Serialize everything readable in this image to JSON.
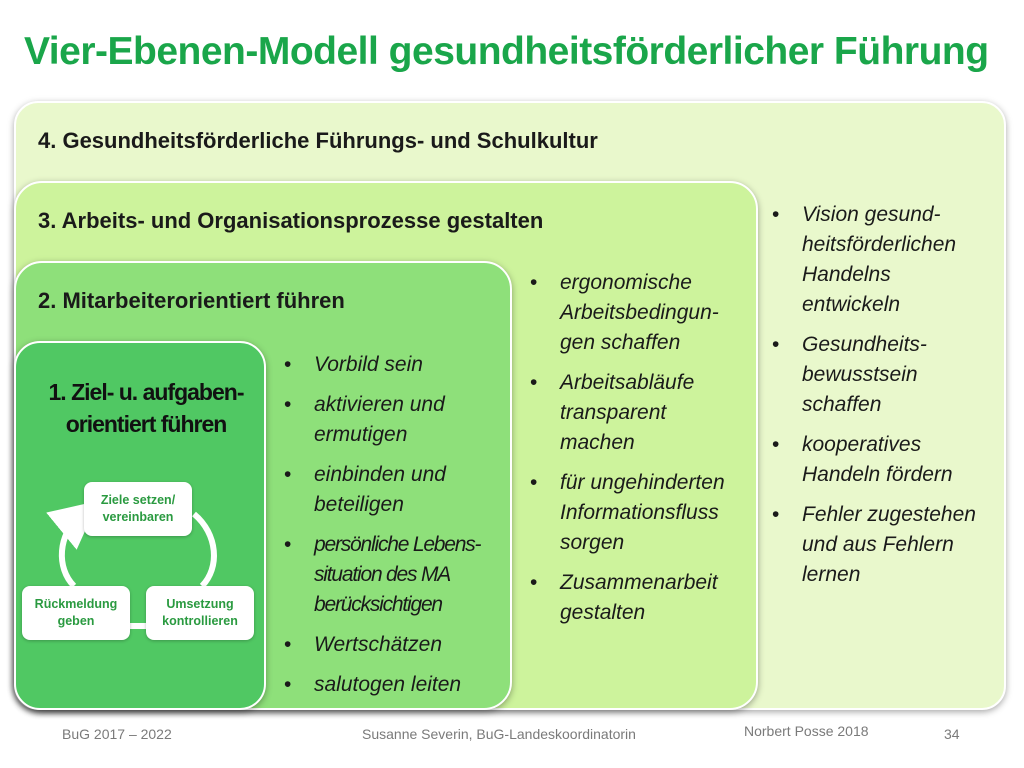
{
  "title": "Vier-Ebenen-Modell gesundheitsförderlicher Führung",
  "levels": {
    "level4": {
      "label": "4. Gesundheitsförderliche Führungs- und Schulkultur",
      "bullets": [
        "Vision gesund-heitsförderlichen Handelns entwickeln",
        "Gesundheits-bewusstsein schaffen",
        "kooperatives Handeln fördern",
        "Fehler zugestehen und aus Fehlern lernen"
      ],
      "lines": [
        [
          "Vision gesund-",
          "heitsförderlichen",
          "Handelns",
          "entwickeln"
        ],
        [
          "Gesundheits-",
          "bewusstsein",
          "schaffen"
        ],
        [
          "kooperatives",
          "Handeln fördern"
        ],
        [
          "Fehler zugestehen",
          "und aus Fehlern",
          "lernen"
        ]
      ]
    },
    "level3": {
      "label": "3. Arbeits- und Organisationsprozesse gestalten",
      "lines": [
        [
          "ergonomische",
          "Arbeitsbedingun-",
          "gen schaffen"
        ],
        [
          "Arbeitsabläufe",
          "transparent",
          "machen"
        ],
        [
          "für ungehinderten",
          "Informationsfluss",
          "sorgen"
        ],
        [
          "Zusammenarbeit",
          "gestalten"
        ]
      ]
    },
    "level2": {
      "label": "2. Mitarbeiterorientiert führen",
      "lines": [
        [
          "Vorbild sein"
        ],
        [
          "aktivieren und",
          "ermutigen"
        ],
        [
          "einbinden und",
          "beteiligen"
        ],
        [
          "persönliche Lebens-",
          "situation des MA",
          "berücksichtigen"
        ],
        [
          "Wertschätzen"
        ],
        [
          "salutogen leiten"
        ]
      ]
    },
    "level1": {
      "label_line1": "1. Ziel- u. aufgaben-",
      "label_line2": "orientiert führen",
      "cycle": {
        "node1_line1": "Ziele setzen/",
        "node1_line2": "vereinbaren",
        "node2_line1": "Umsetzung",
        "node2_line2": "kontrollieren",
        "node3_line1": "Rückmeldung",
        "node3_line2": "geben"
      }
    }
  },
  "footer": {
    "left": "BuG 2017 – 2022",
    "center": "Susanne Severin, BuG-Landeskoordinatorin",
    "author": "Norbert Posse 2018",
    "page": "34"
  },
  "colors": {
    "title": "#1aa64a",
    "level4": "#e9f8cc",
    "level3": "#cdf39c",
    "level2": "#8ee07a",
    "level1": "#50c863"
  }
}
